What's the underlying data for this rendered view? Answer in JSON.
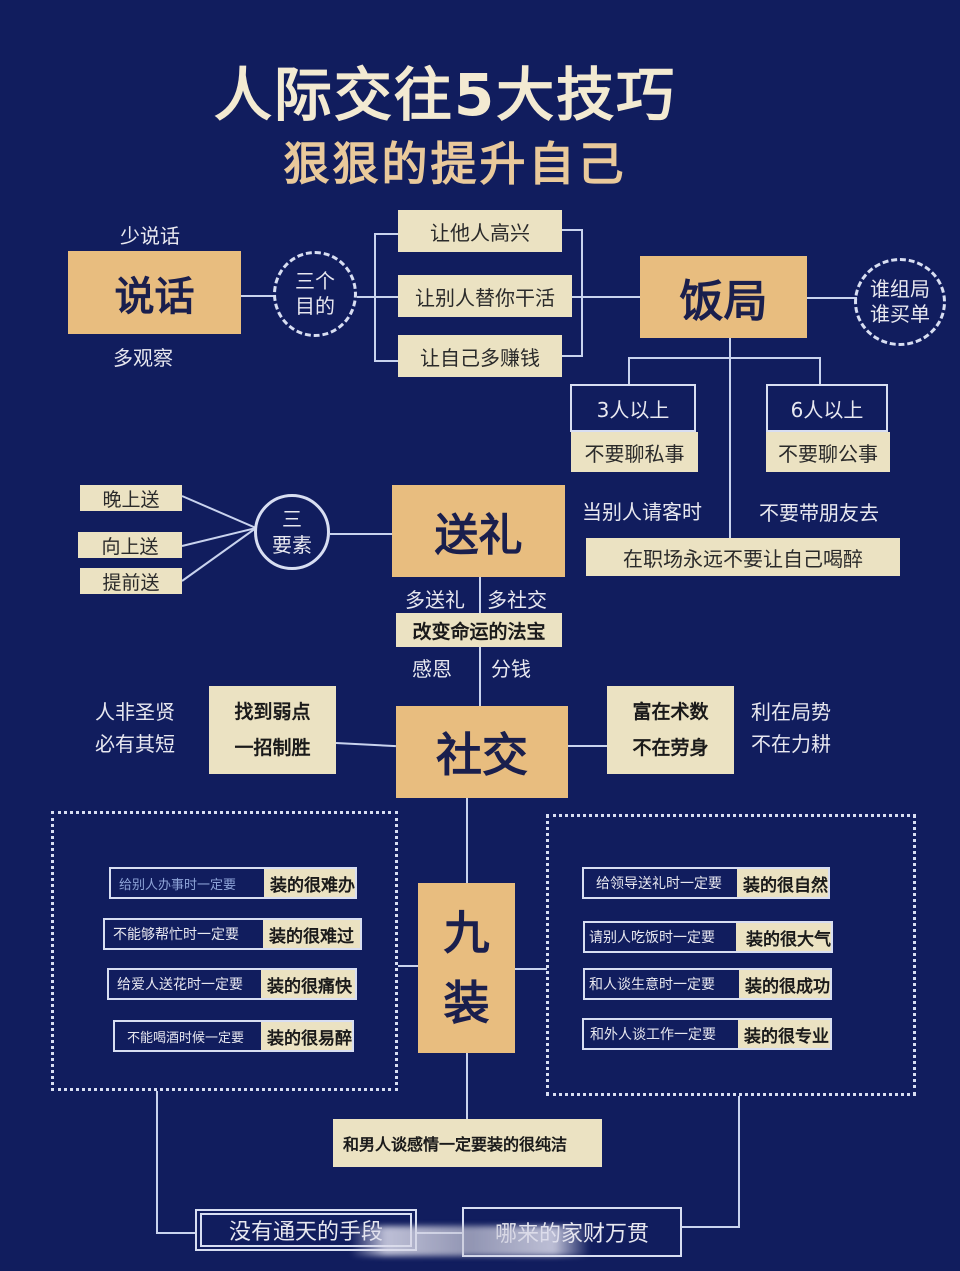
{
  "title": "人际交往5大技巧",
  "subtitle": "狠狠的提升自己",
  "colors": {
    "background": "#111d5e",
    "main_box": "#e8bd7f",
    "cream_box": "#ebe2c2",
    "line": "#c9d3ee"
  },
  "speaking": {
    "box": "说话",
    "above": "少说话",
    "below": "多观察",
    "circle_line1": "三个",
    "circle_line2": "目的",
    "purposes": [
      "让他人高兴",
      "让别人替你干活",
      "让自己多赚钱"
    ]
  },
  "dinner": {
    "box": "饭局",
    "circle_line1": "谁组局",
    "circle_line2": "谁买单",
    "left_header": "3人以上",
    "left_rule": "不要聊私事",
    "right_header": "6人以上",
    "right_rule": "不要聊公事",
    "when_treated": "当别人请客时",
    "no_friends": "不要带朋友去",
    "never_drunk": "在职场永远不要让自己喝醉"
  },
  "gift": {
    "box": "送礼",
    "circle_line1": "三",
    "circle_line2": "要素",
    "elements": [
      "晚上送",
      "向上送",
      "提前送"
    ],
    "more_gifts": "多送礼",
    "more_social": "多社交",
    "magic": "改变命运的法宝",
    "gratitude": "感恩",
    "share_money": "分钱"
  },
  "social": {
    "box": "社交",
    "left_note_line1": "人非圣贤",
    "left_note_line2": "必有其短",
    "left_box_line1": "找到弱点",
    "left_box_line2": "一招制胜",
    "right_box_line1": "富在术数",
    "right_box_line2": "不在劳身",
    "right_note_line1": "利在局势",
    "right_note_line2": "不在力耕"
  },
  "pretend": {
    "box_line1": "九",
    "box_line2": "装",
    "left_items": [
      {
        "situation": "给别人办事时一定要",
        "act": "装的很难办"
      },
      {
        "situation": "不能够帮忙时一定要",
        "act": "装的很难过"
      },
      {
        "situation": "给爱人送花时一定要",
        "act": "装的很痛快"
      },
      {
        "situation": "不能喝酒时候一定要",
        "act": "装的很易醉"
      }
    ],
    "right_items": [
      {
        "situation": "给领导送礼时一定要",
        "act": "装的很自然"
      },
      {
        "situation": "请别人吃饭时一定要",
        "act": "装的很大气"
      },
      {
        "situation": "和人谈生意时一定要",
        "act": "装的很成功"
      },
      {
        "situation": "和外人谈工作一定要",
        "act": "装的很专业"
      }
    ],
    "bottom_item": "和男人谈感情一定要装的很纯洁"
  },
  "footer": {
    "left": "没有通天的手段",
    "right": "哪来的家财万贯"
  }
}
